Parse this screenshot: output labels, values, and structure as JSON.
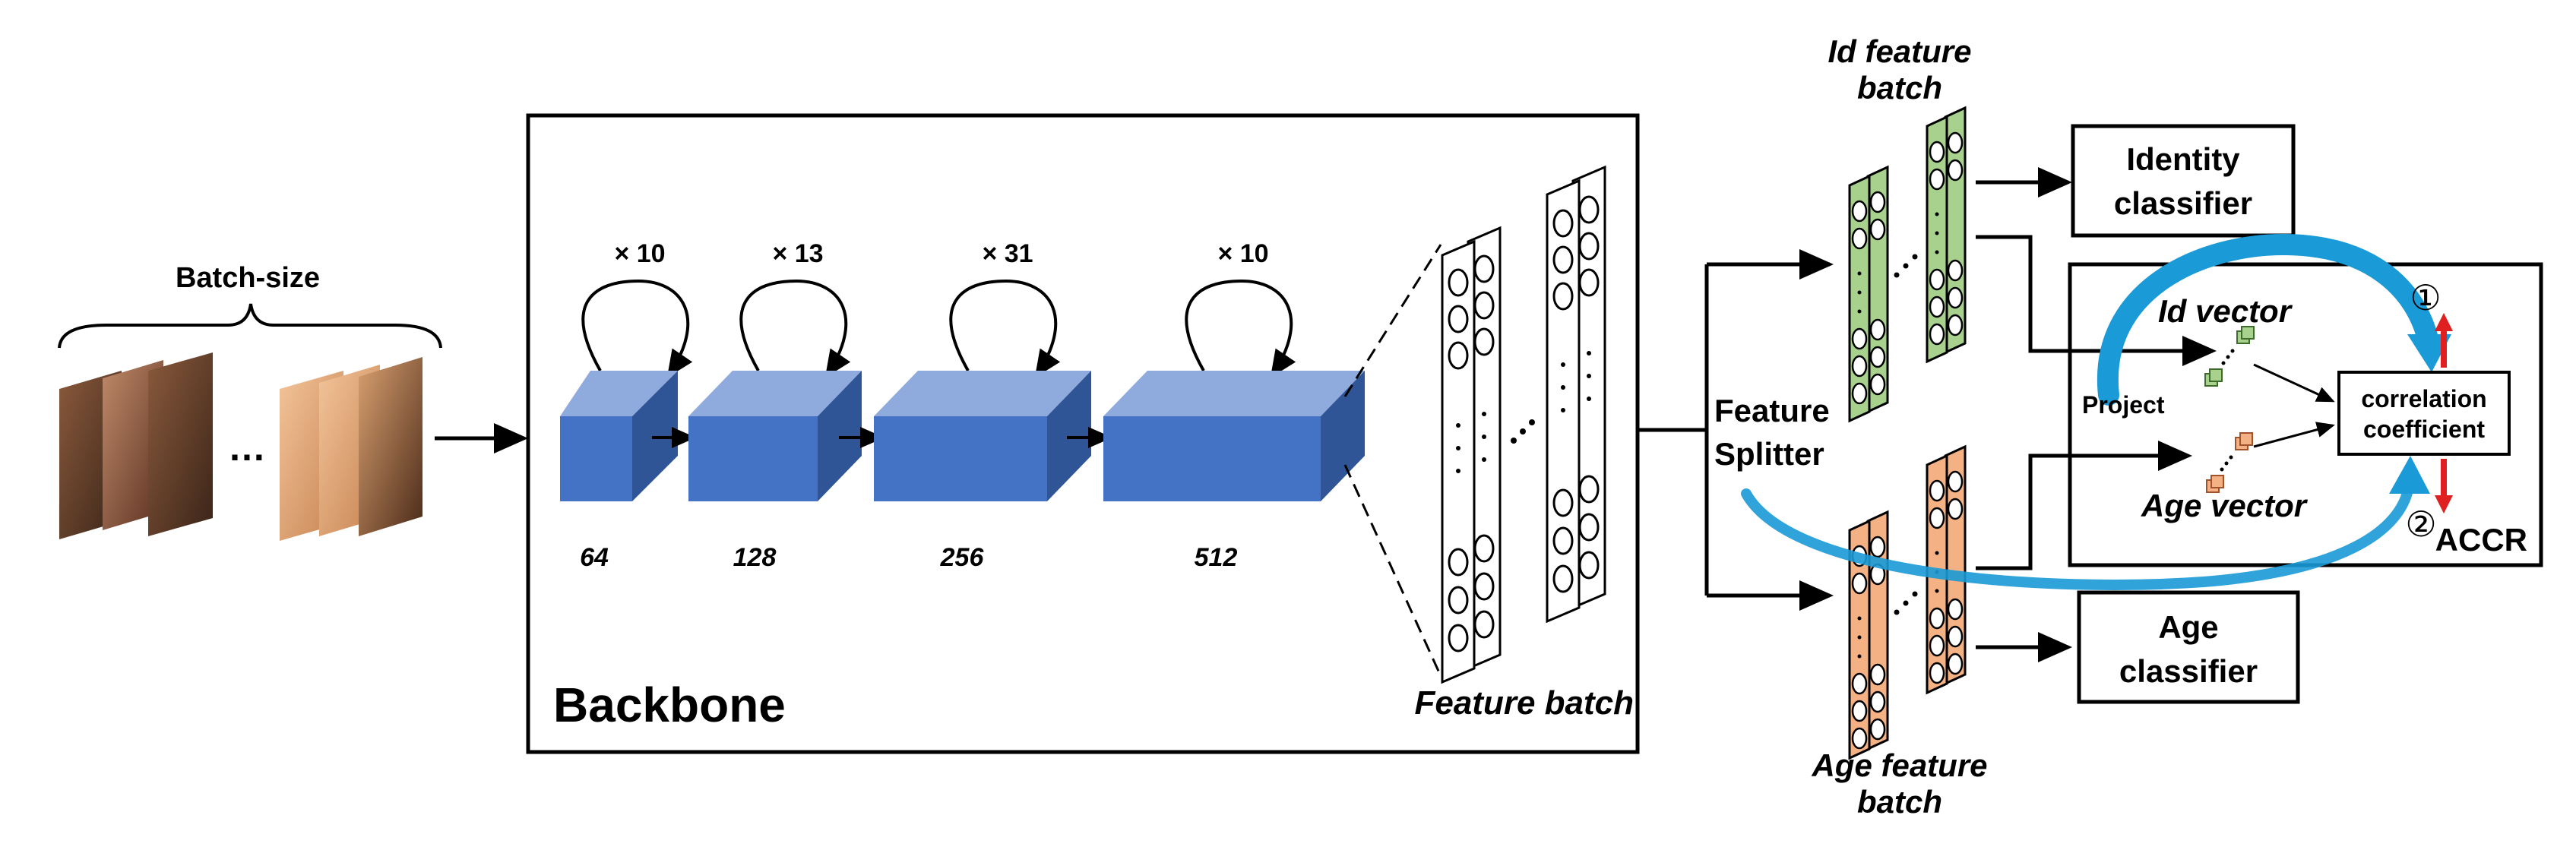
{
  "labels": {
    "batch_size": "Batch-size",
    "ellipsis": "…",
    "backbone": "Backbone",
    "feature_batch": "Feature batch",
    "id_feature_batch_line1": "Id feature",
    "id_feature_batch_line2": "batch",
    "age_feature_batch_line1": "Age feature",
    "age_feature_batch_line2": "batch",
    "feature_splitter_line1": "Feature",
    "feature_splitter_line2": "Splitter",
    "identity_classifier_line1": "Identity",
    "identity_classifier_line2": "classifier",
    "age_classifier_line1": "Age",
    "age_classifier_line2": "classifier",
    "id_vector": "Id vector",
    "age_vector": "Age vector",
    "project": "Project",
    "correlation_line1": "correlation",
    "correlation_line2": "coefficient",
    "accr": "ACCR",
    "step1": "①",
    "step2": "②"
  },
  "stages": [
    {
      "repeat": "× 10",
      "channels": "64"
    },
    {
      "repeat": "× 13",
      "channels": "128"
    },
    {
      "repeat": "× 31",
      "channels": "256"
    },
    {
      "repeat": "× 10",
      "channels": "512"
    }
  ],
  "colors": {
    "block_front": "#4472c4",
    "block_top": "#8faadc",
    "block_side": "#2f5597",
    "id_strip": "#a9d18e",
    "age_strip": "#f4b183",
    "accent_arrow": "#1a9ad6",
    "red_arrow": "#e02020"
  }
}
